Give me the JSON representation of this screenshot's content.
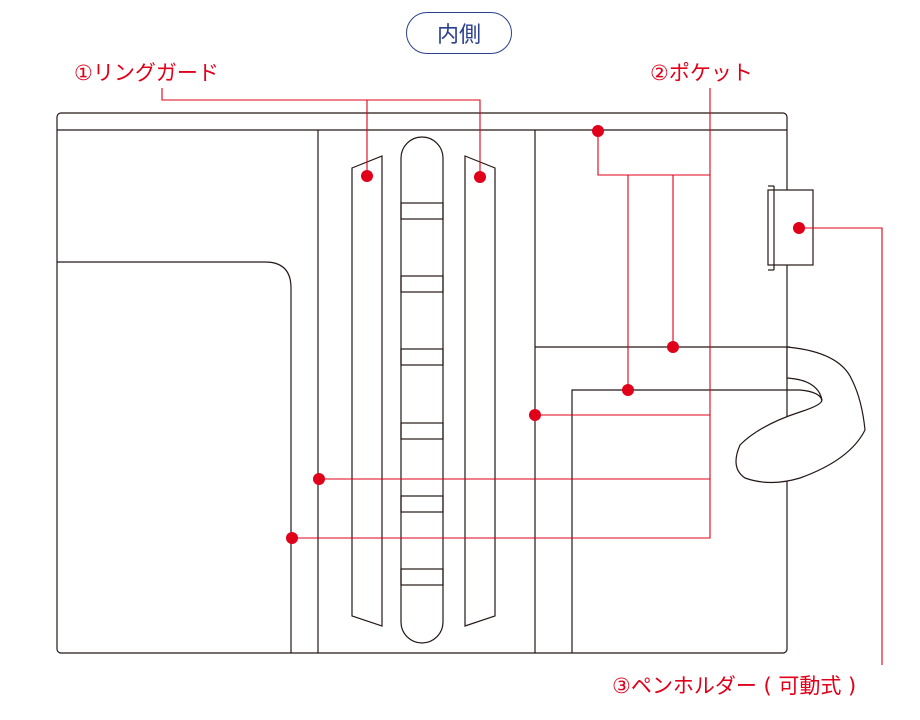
{
  "title": "内側",
  "labels": {
    "ring_guard": "①リングガード",
    "pocket": "②ポケット",
    "pen_holder": "③ペンホルダー ( 可動式 )"
  },
  "colors": {
    "accent": "#e0001a",
    "title": "#2a3f8f",
    "outline": "#231815"
  }
}
